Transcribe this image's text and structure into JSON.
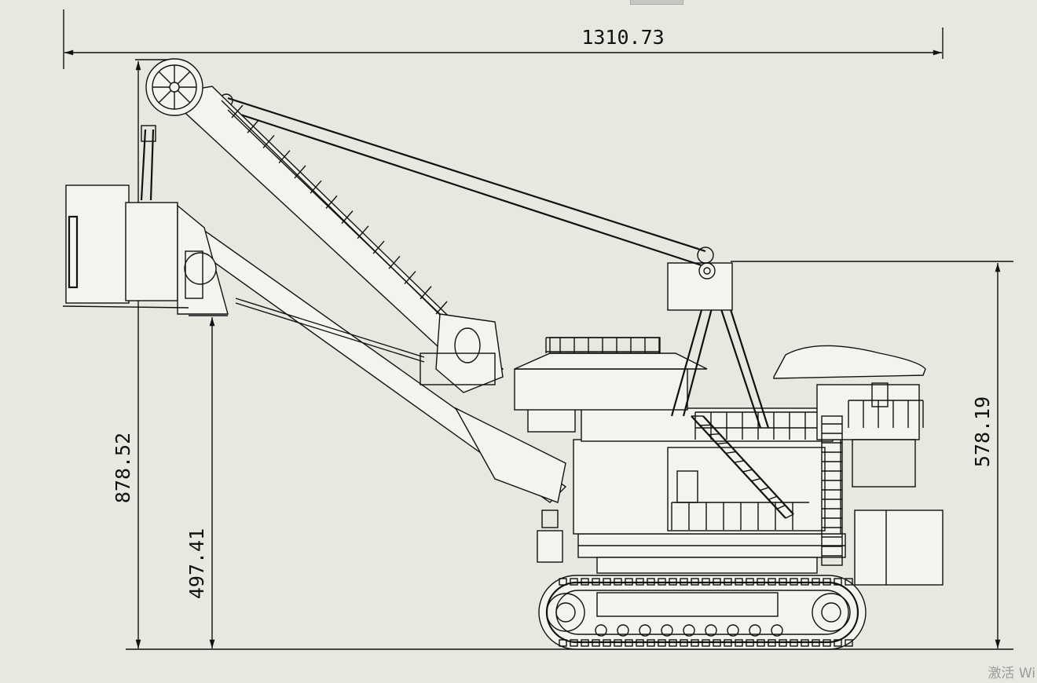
{
  "dimensions": {
    "overall_length": "1310.73",
    "overall_height": "878.52",
    "boom_point_height": "497.41",
    "cab_height": "578.19"
  },
  "watermark": "激活 Wi",
  "colors": {
    "background": "#e8e8e0",
    "line": "#111111"
  }
}
